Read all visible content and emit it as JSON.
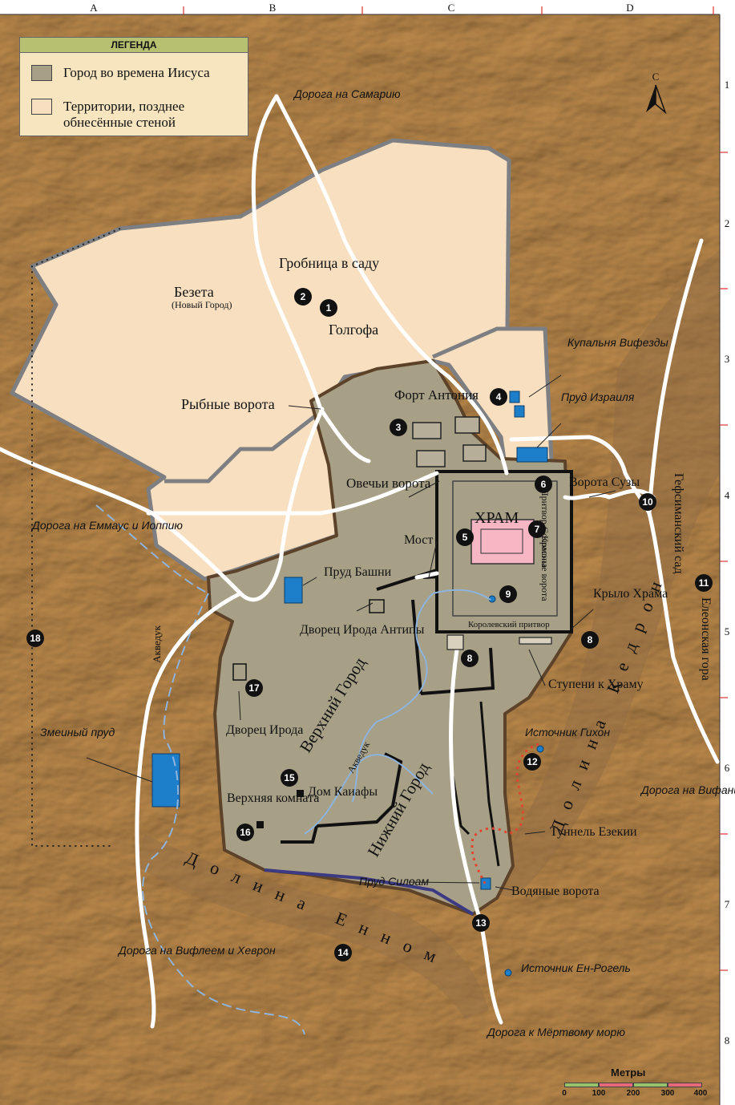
{
  "grid": {
    "columns": [
      "A",
      "B",
      "C",
      "D"
    ],
    "rows": [
      "1",
      "2",
      "3",
      "4",
      "5",
      "6",
      "7",
      "8"
    ]
  },
  "legend": {
    "title": "ЛЕГЕНДА",
    "items": [
      {
        "label": "Город во времена Иисуса",
        "color": "#a79f86"
      },
      {
        "label": "Территории, позднее обнесённые стеной",
        "color": "#f8dfc0"
      }
    ]
  },
  "compass": {
    "label": "С"
  },
  "scale": {
    "title": "Метры",
    "ticks": [
      "0",
      "100",
      "200",
      "300",
      "400"
    ],
    "colors": [
      "#97c36c",
      "#e86a7a",
      "#97c36c",
      "#e86a7a"
    ]
  },
  "colors": {
    "terrain": "#cda774",
    "city": "#a79f86",
    "later_walled": "#f8dfc0",
    "wall_old": "#5c4228",
    "wall_later": "#7d7f82",
    "water": "#1d7fc9",
    "temple": "#f6b6c4",
    "tunnel": "#e1452f"
  },
  "places": {
    "bezetha": "Безета",
    "bezetha_sub": "(Новый Город)",
    "garden_tomb": "Гробница в саду",
    "golgotha": "Голгофа",
    "fish_gate": "Рыбные ворота",
    "fort_antonia": "Форт Антония",
    "bethesda": "Купальня Вифезды",
    "israel_pool": "Пруд Израиля",
    "sheep_gate": "Овечьи ворота",
    "temple": "ХРАМ",
    "solomon_porch": "Притвор Соломона",
    "beautiful_gate": "Красные ворота",
    "shushan_gate": "Ворота Сузы",
    "gethsemane": "Гефсиманский сад",
    "bridge": "Мост",
    "towers_pool": "Пруд Башни",
    "temple_pinnacle": "Крыло Храма",
    "royal_porch": "Королевский притвор",
    "antipas_palace": "Дворец Ирода Антипы",
    "temple_steps": "Ступени к Храму",
    "mount_olives": "Елеонская гора",
    "aqueduct_1": "Акведук",
    "aqueduct_2": "Акведук",
    "upper_city": "Верхний Город",
    "lower_city": "Нижний Город",
    "herod_palace": "Дворец Ирода",
    "serpent_pool": "Змеиный пруд",
    "gihon": "Источник Гихон",
    "caiaphas": "Дом Каиафы",
    "upper_room": "Верхняя комната",
    "hezekiah_tunnel": "Туннель Езекии",
    "siloam": "Пруд Силоам",
    "water_gate": "Водяные ворота",
    "kidron": "Долина Кедрон",
    "hinnom": "Долина Енном",
    "en_rogel": "Источник Ен-Рогель"
  },
  "roads": {
    "samaria": "Дорога на Самарию",
    "emmaus": "Дорога на Еммаус и Иоппию",
    "bethany": "Дорога на Вифанию и Иерихон",
    "bethlehem": "Дорога на Вифлеем и Хеврон",
    "dead_sea": "Дорога к Мёртвому морю"
  },
  "markers": [
    "1",
    "2",
    "3",
    "4",
    "5",
    "6",
    "7",
    "8",
    "9",
    "10",
    "11",
    "12",
    "13",
    "14",
    "15",
    "16",
    "17",
    "18"
  ]
}
